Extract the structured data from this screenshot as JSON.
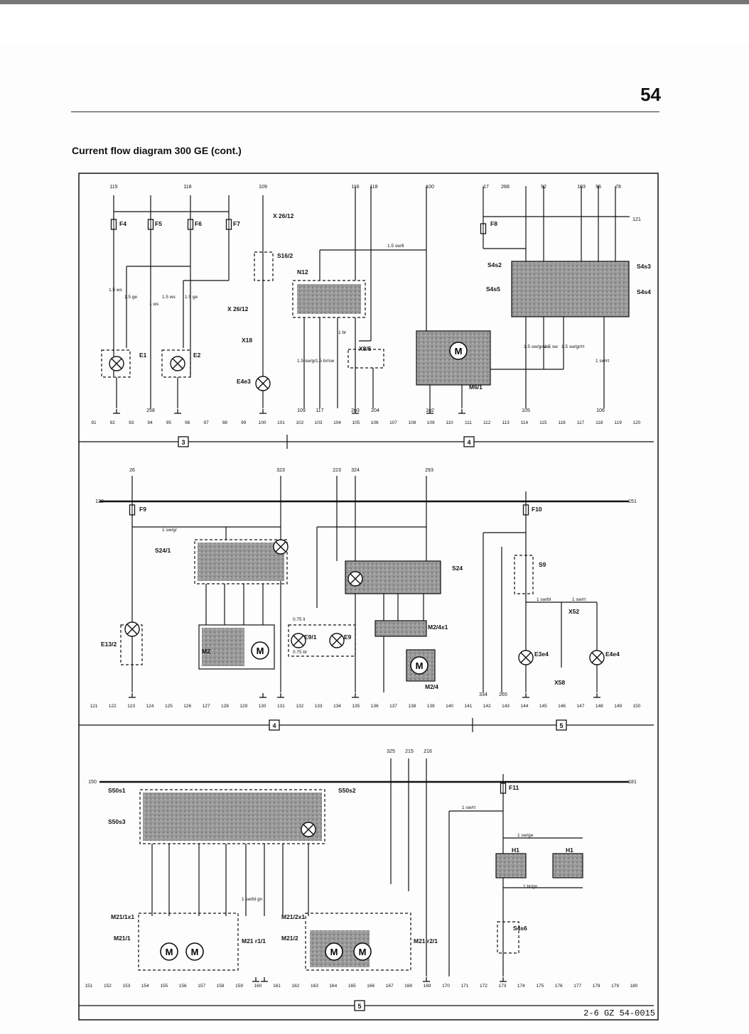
{
  "page_number": "54",
  "title": "Current flow diagram 300 GE (cont.)",
  "drawing_number": "2-6 GZ 54-0015",
  "sections": [
    {
      "ref_numbers": [
        "115",
        "118",
        "109",
        "116",
        "118",
        "100",
        "17",
        "268",
        "92",
        "103",
        "96",
        "78"
      ],
      "bus_labels": [
        "121"
      ],
      "components": [
        "F4",
        "F5",
        "F6",
        "F7",
        "E1",
        "E2",
        "X 26/12",
        "S16/2",
        "X 26/12",
        "X18",
        "E4e3",
        "N12",
        "X8/5",
        "F8",
        "S4s2",
        "S4s3",
        "S4s5",
        "S4s4",
        "M6/1"
      ],
      "wire_colors": [
        "1.5 ws",
        "1.5 ge",
        "1 ws",
        "1.5 ws",
        "1.5 ge",
        "1.5 sw/gr",
        "1.5 br/sw",
        "1 br",
        "1.5 sw/li",
        "1.5 sw/gr/ws",
        "1.5 sw",
        "1.5 sw/gr/rt",
        "1 sw/rt"
      ],
      "bottom_numbers": [
        "258",
        "109",
        "117",
        "203",
        "204",
        "102",
        "105",
        "106"
      ],
      "grid": [
        "91",
        "92",
        "93",
        "94",
        "95",
        "96",
        "97",
        "98",
        "99",
        "100",
        "101",
        "102",
        "103",
        "104",
        "105",
        "106",
        "107",
        "108",
        "109",
        "110",
        "111",
        "112",
        "113",
        "114",
        "115",
        "116",
        "117",
        "118",
        "119",
        "120"
      ],
      "boxes": [
        "3",
        "4"
      ]
    },
    {
      "ref_numbers": [
        "26",
        "323",
        "223",
        "324",
        "293"
      ],
      "bus_labels": [
        "120",
        "151"
      ],
      "components": [
        "F9",
        "S24/1",
        "E13/2",
        "M2",
        "E9/1",
        "E9",
        "S24",
        "M2/4x1",
        "M2/4",
        "F10",
        "S9",
        "X52",
        "E3e4",
        "E4e4",
        "X58"
      ],
      "wire_colors": [
        "1 sw/gr",
        "0.75 li",
        "0.75 br",
        "1 sw/bl",
        "1 sw/rt"
      ],
      "bottom_numbers": [
        "334",
        "265"
      ],
      "grid": [
        "121",
        "122",
        "123",
        "124",
        "125",
        "126",
        "127",
        "128",
        "129",
        "130",
        "131",
        "132",
        "133",
        "134",
        "135",
        "136",
        "137",
        "138",
        "139",
        "140",
        "141",
        "142",
        "143",
        "144",
        "145",
        "146",
        "147",
        "148",
        "149",
        "150"
      ],
      "boxes": [
        "4",
        "5"
      ]
    },
    {
      "ref_numbers": [
        "325",
        "215",
        "216"
      ],
      "bus_labels": [
        "150",
        "181"
      ],
      "components": [
        "S50s1",
        "S50s2",
        "S50s3",
        "F11",
        "H1",
        "H1",
        "M21/1x1",
        "M21/1",
        "M21 r1/1",
        "M21/2x1",
        "M21/2",
        "M21 r2/1",
        "S4s6"
      ],
      "wire_colors": [
        "1 sw/rt",
        "1 sw/ge",
        "1 br/gn",
        "1 sw/bl gn"
      ],
      "grid": [
        "151",
        "152",
        "153",
        "154",
        "155",
        "156",
        "157",
        "158",
        "159",
        "160",
        "161",
        "162",
        "163",
        "164",
        "165",
        "166",
        "167",
        "168",
        "169",
        "170",
        "171",
        "172",
        "173",
        "174",
        "175",
        "176",
        "177",
        "178",
        "179",
        "180"
      ],
      "boxes": [
        "5"
      ]
    }
  ]
}
